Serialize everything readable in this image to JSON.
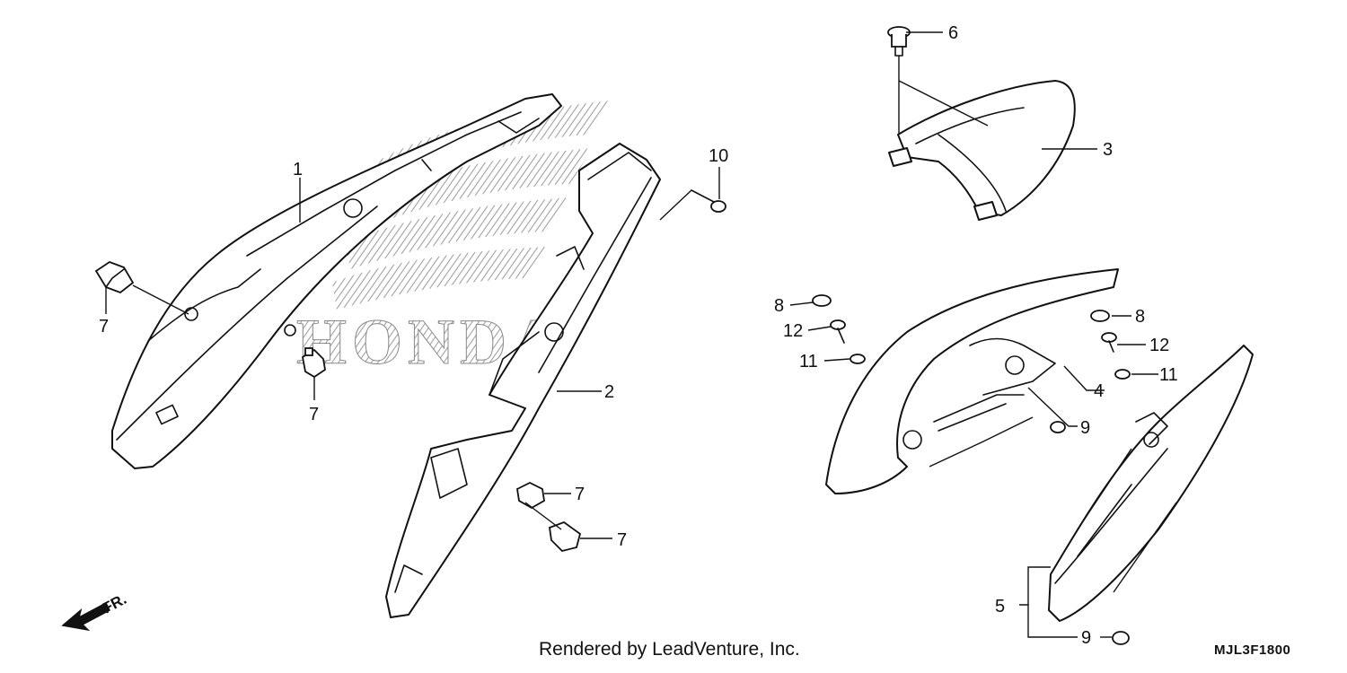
{
  "watermark": {
    "text": "HONDA"
  },
  "callouts": {
    "c1": "1",
    "c2": "2",
    "c3": "3",
    "c4": "4",
    "c5": "5",
    "c6": "6",
    "c7a": "7",
    "c7b": "7",
    "c7c": "7",
    "c7d": "7",
    "c8a": "8",
    "c8b": "8",
    "c9a": "9",
    "c9b": "9",
    "c10": "10",
    "c11a": "11",
    "c11b": "11",
    "c12a": "12",
    "c12b": "12"
  },
  "direction": {
    "label": "FR."
  },
  "footer": {
    "credit": "Rendered by LeadVenture, Inc.",
    "diagram_code": "MJL3F1800"
  }
}
